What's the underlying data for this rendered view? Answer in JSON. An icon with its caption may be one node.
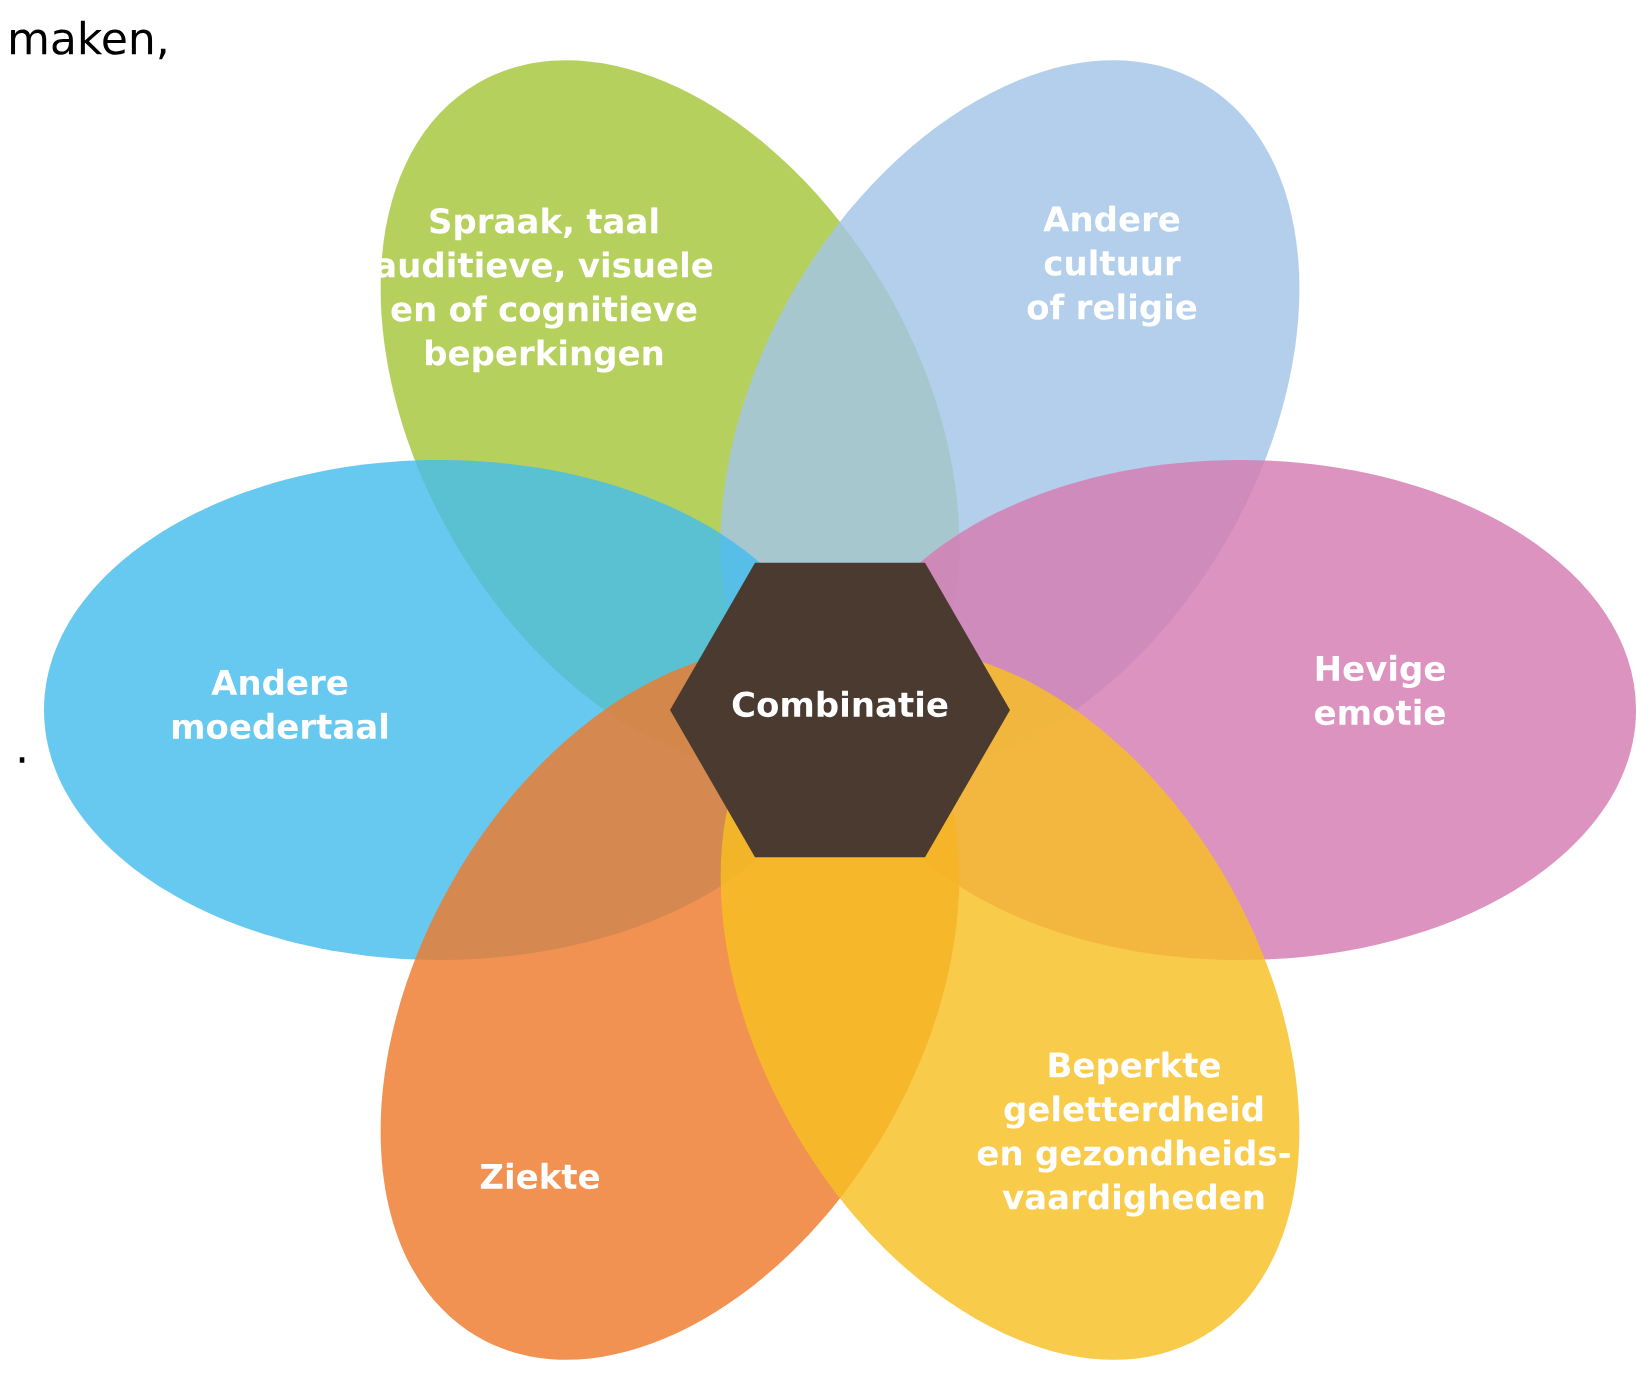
{
  "diagram": {
    "nodes": [
      {
        "text": [
          "Spraak, taal auditieve, visuele en of cognitieve beperkingen"
        ]
      },
      {
        "text": [
          "Andere cultuur of religie"
        ]
      },
      {
        "text": [
          "Andere moedertaal"
        ]
      },
      {
        "text": [
          "Combinatie"
        ]
      },
      {
        "text": [
          "Hevige emotie"
        ]
      },
      {
        "text": [
          "Ziekte"
        ]
      },
      {
        "text": [
          "Beperkte geletterdheid en gezondheids- vaardigheden"
        ]
      }
    ],
    "labels": [
      "maken,",
      "."
    ]
  }
}
